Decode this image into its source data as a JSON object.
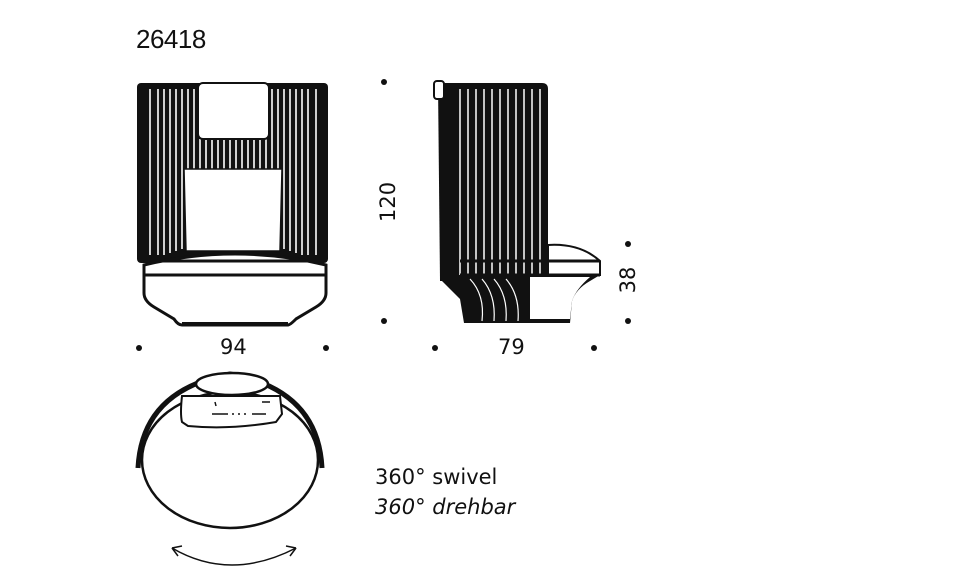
{
  "product": {
    "model_number": "26418"
  },
  "front_view": {
    "width_label": "94",
    "height_label": "120"
  },
  "side_view": {
    "depth_label": "79",
    "seat_height_label": "38"
  },
  "top_view": {
    "rotation_icon": "swivel-arrow-icon"
  },
  "notes": {
    "line_en": "360° swivel",
    "line_de": "360° drehbar"
  },
  "colors": {
    "ink": "#111111",
    "background": "#ffffff"
  }
}
